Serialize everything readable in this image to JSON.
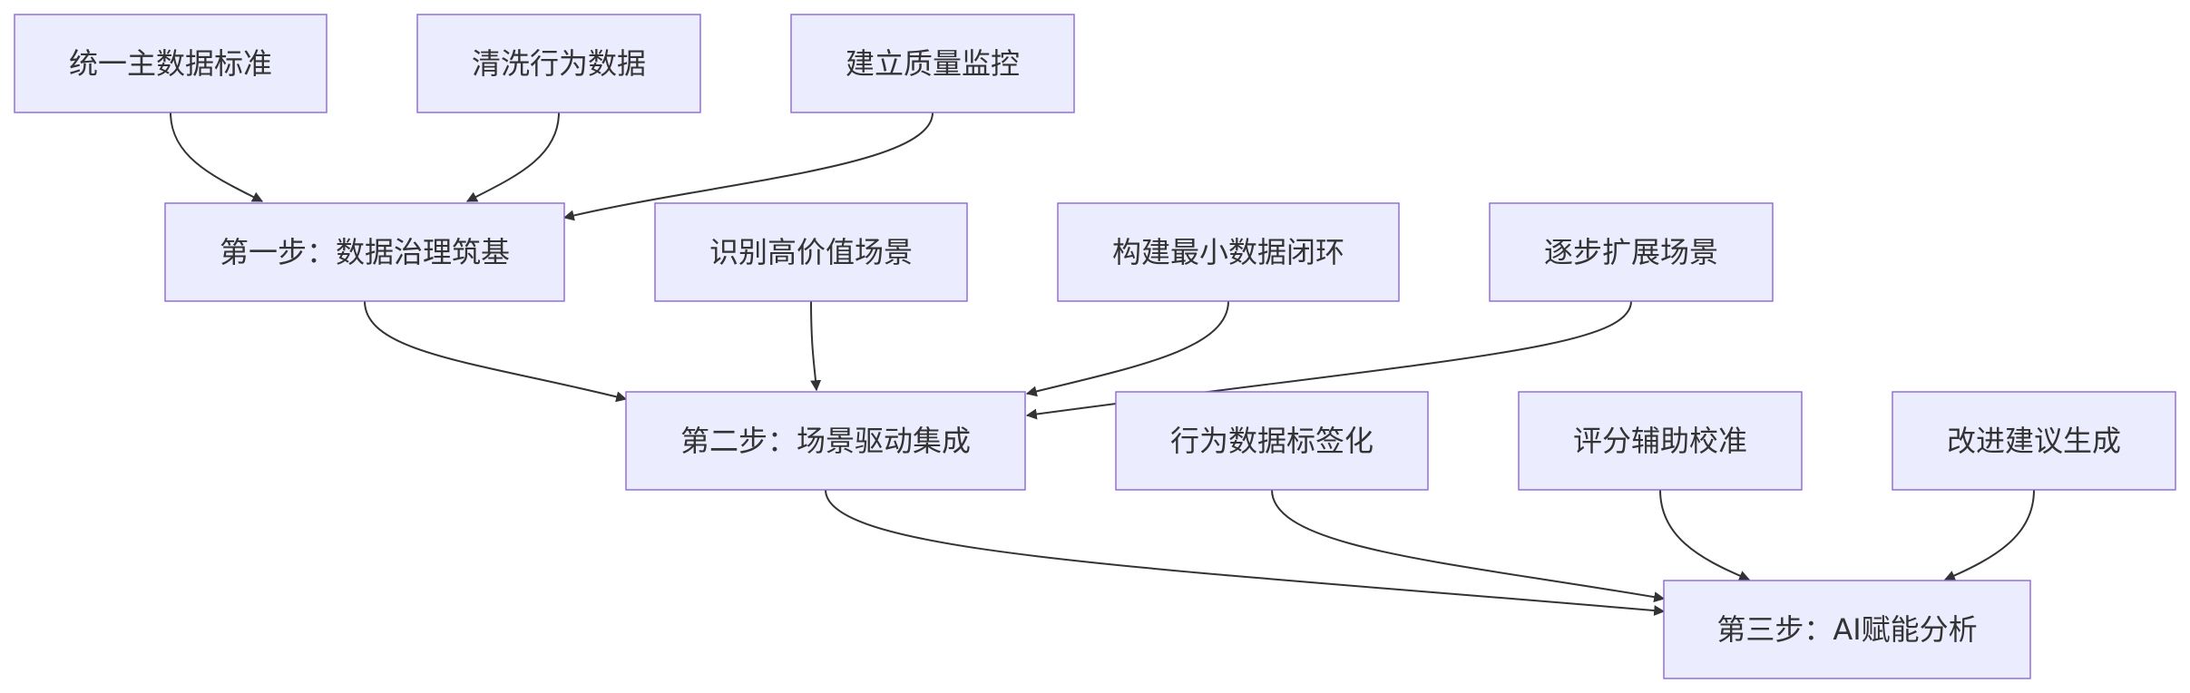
{
  "nodes": [
    {
      "id": "n1",
      "label": "统一主数据标准"
    },
    {
      "id": "n2",
      "label": "清洗行为数据"
    },
    {
      "id": "n3",
      "label": "建立质量监控"
    },
    {
      "id": "s1",
      "label": "第一步：数据治理筑基"
    },
    {
      "id": "n4",
      "label": "识别高价值场景"
    },
    {
      "id": "n5",
      "label": "构建最小数据闭环"
    },
    {
      "id": "n6",
      "label": "逐步扩展场景"
    },
    {
      "id": "s2",
      "label": "第二步：场景驱动集成"
    },
    {
      "id": "n7",
      "label": "行为数据标签化"
    },
    {
      "id": "n8",
      "label": "评分辅助校准"
    },
    {
      "id": "n9",
      "label": "改进建议生成"
    },
    {
      "id": "s3",
      "label": "第三步：AI赋能分析"
    }
  ],
  "edges": [
    {
      "from": "n1",
      "to": "s1"
    },
    {
      "from": "n2",
      "to": "s1"
    },
    {
      "from": "n3",
      "to": "s1"
    },
    {
      "from": "s1",
      "to": "s2"
    },
    {
      "from": "n4",
      "to": "s2"
    },
    {
      "from": "n5",
      "to": "s2"
    },
    {
      "from": "n6",
      "to": "s2"
    },
    {
      "from": "s2",
      "to": "s3"
    },
    {
      "from": "n7",
      "to": "s3"
    },
    {
      "from": "n8",
      "to": "s3"
    },
    {
      "from": "n9",
      "to": "s3"
    }
  ],
  "colors": {
    "node_fill": "#ECECFF",
    "node_border": "#9370DB",
    "text": "#333333",
    "edge": "#333333"
  }
}
